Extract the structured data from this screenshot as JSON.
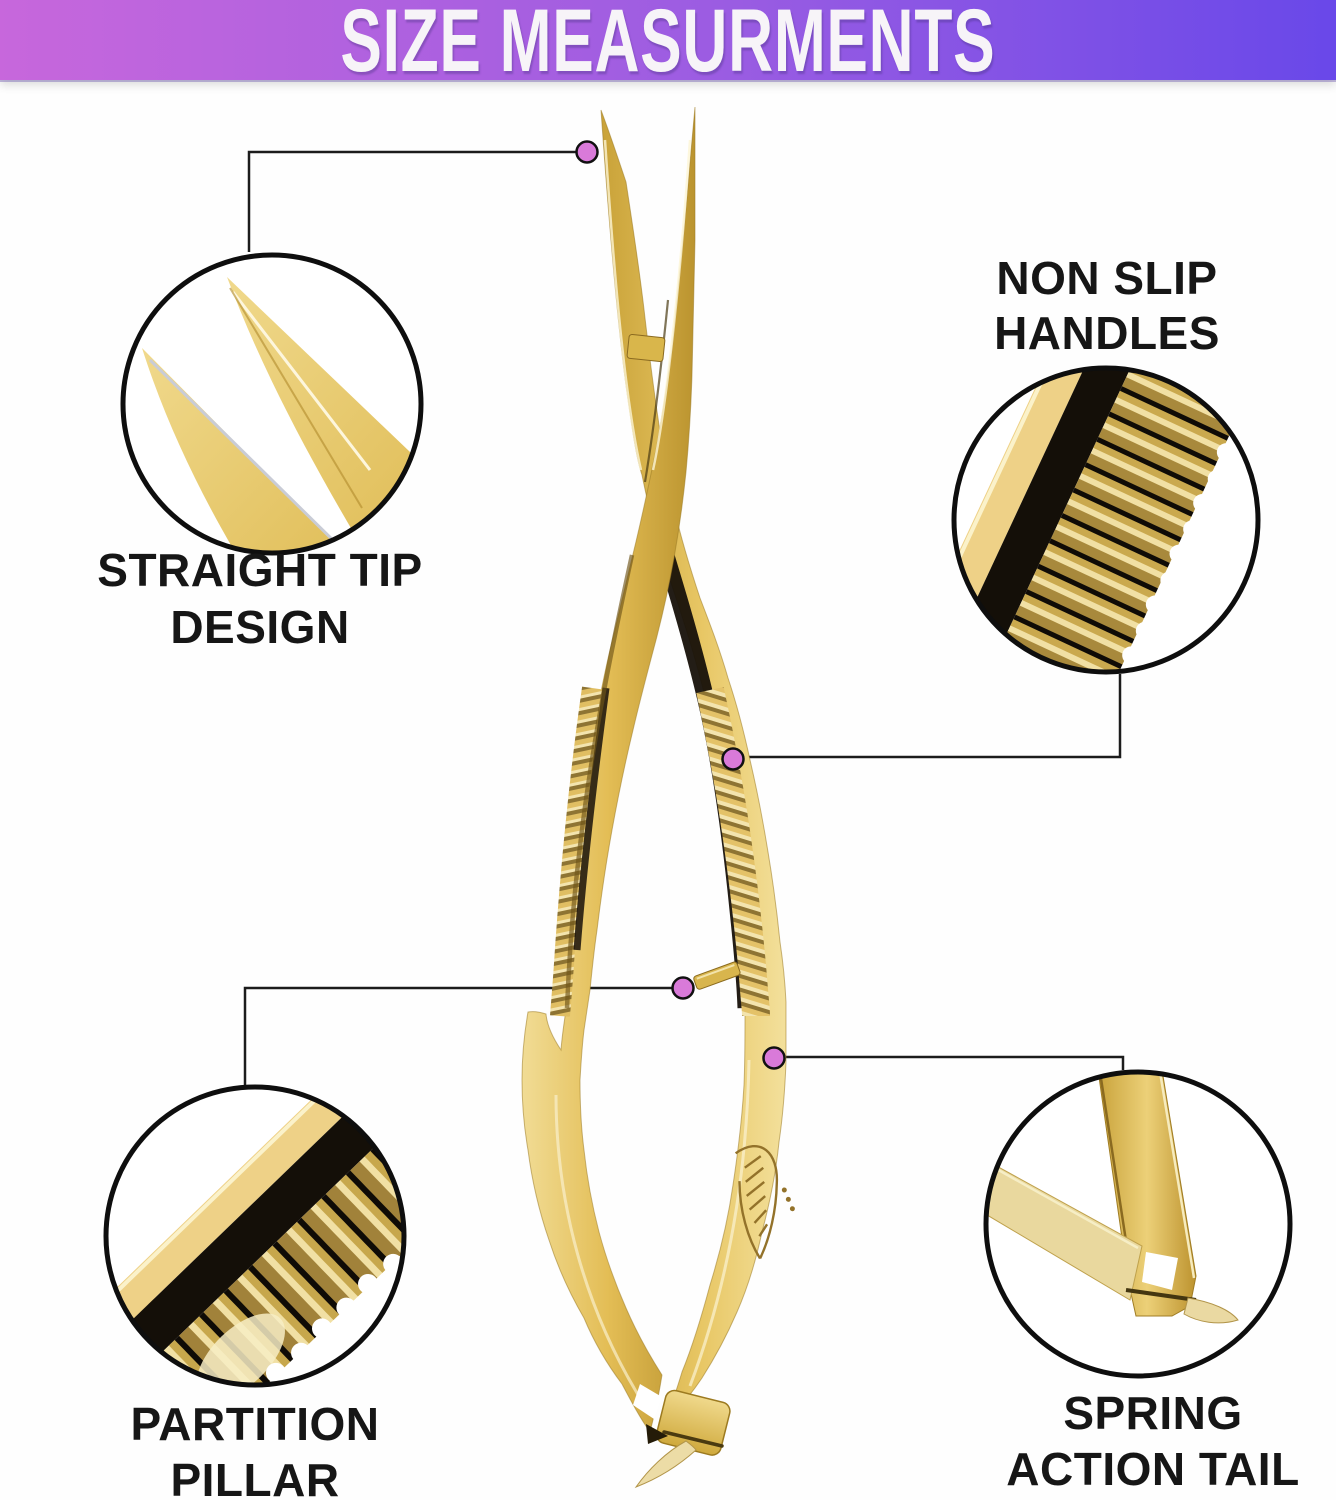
{
  "header": {
    "title": "SIZE MEASURMENTS"
  },
  "callouts": [
    {
      "id": "straight-tip",
      "line1": "STRAIGHT TIP",
      "line2": "DESIGN"
    },
    {
      "id": "non-slip-handles",
      "line1": "NON SLIP",
      "line2": "HANDLES"
    },
    {
      "id": "partition-pillar",
      "line1": "PARTITION",
      "line2": "PILLAR"
    },
    {
      "id": "spring-action-tail",
      "line1": "SPRING",
      "line2": "ACTION TAIL"
    }
  ],
  "colors": {
    "banner-left": "#c767dc",
    "banner-mid": "#9a5ce2",
    "banner-right": "#6948e9",
    "banner-text": "#f7f4f8",
    "label-text": "#161616",
    "callout-dot": "#d97ad9",
    "callout-line": "#1c1c1c",
    "gold-light": "#f3e3a2",
    "gold-mid": "#e6c25e",
    "gold-dark": "#c29a33",
    "shadow-black": "#17110a"
  }
}
